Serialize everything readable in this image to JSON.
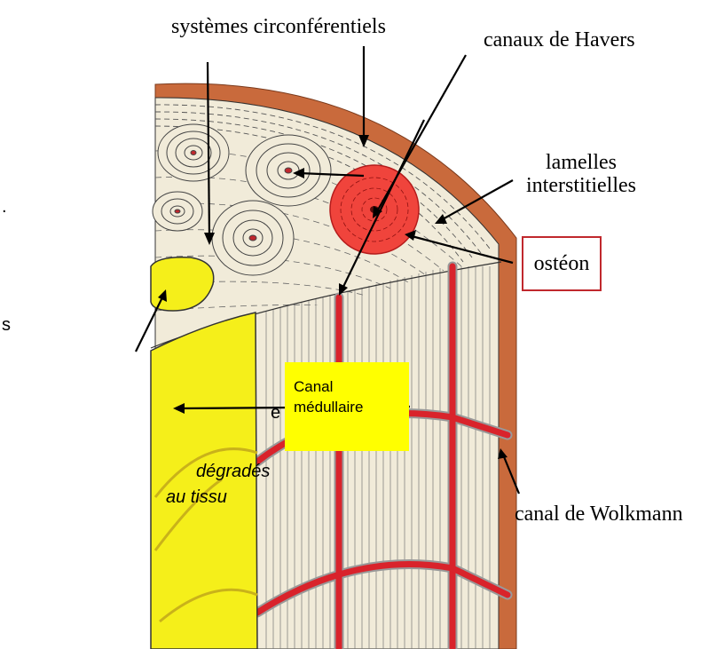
{
  "labels": {
    "circumferential": "systèmes circonférentiels",
    "havers": "canaux de Havers",
    "interstitial_line1": "lamelles",
    "interstitial_line2": "interstitielles",
    "osteon": "ostéon",
    "wolkmann": "canal de Wolkmann",
    "canal_line1": "Canal",
    "canal_line2": "médullaire"
  },
  "cropped_text": {
    "dot": ".",
    "s": "s",
    "e": "e",
    "line1": "dégradés",
    "line2": "au tissu"
  },
  "colors": {
    "vessel": "#d9232b",
    "periosteum": "#c96a3c",
    "marrow": "#f5ef1a",
    "bone": "#f1ebd9",
    "osteon_fill": "#f0443c",
    "label_box_border": "#c0282d",
    "canal_label_bg": "#ffff00"
  }
}
